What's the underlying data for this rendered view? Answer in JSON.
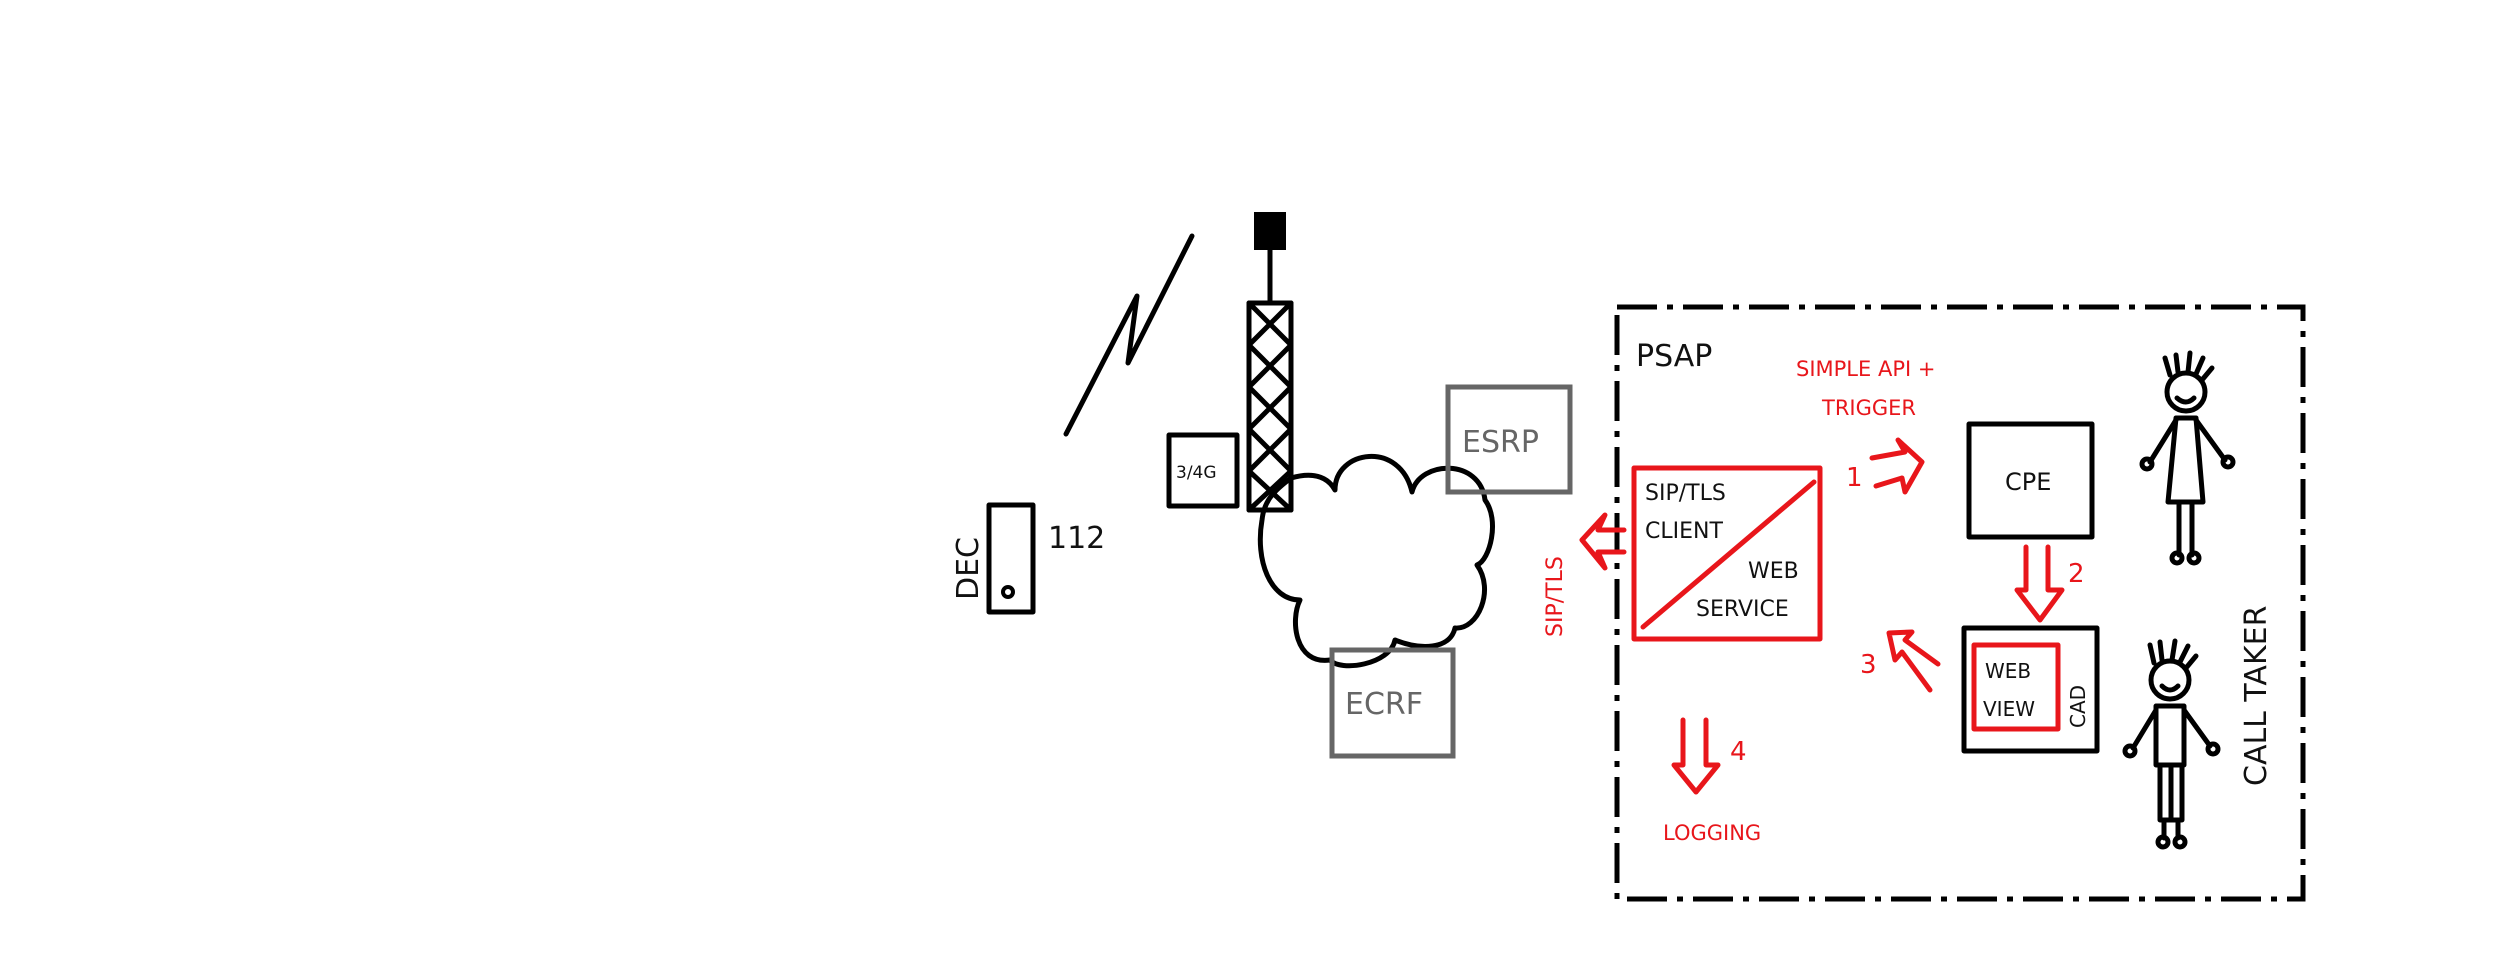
{
  "device": {
    "label": "DEC",
    "number": "112"
  },
  "network": {
    "radio_label": "3/4G",
    "esrp": "ESRP",
    "ecrf": "ECRF",
    "link_label": "SIP/TLS"
  },
  "psap": {
    "title": "PSAP",
    "gateway": {
      "line1": "SIP/TLS",
      "line2": "CLIENT",
      "line3": "WEB",
      "line4": "SERVICE"
    },
    "api_label_1": "SIMPLE API +",
    "api_label_2": "TRIGGER",
    "cpe": "CPE",
    "cad": "CAD",
    "webview_1": "WEB",
    "webview_2": "VIEW",
    "steps": [
      "1",
      "2",
      "3",
      "4"
    ],
    "logging": "LOGGING",
    "call_taker": "CALL TAKER"
  },
  "colors": {
    "accent": "#e8161b",
    "ink": "#000000",
    "secondary": "#666666"
  }
}
